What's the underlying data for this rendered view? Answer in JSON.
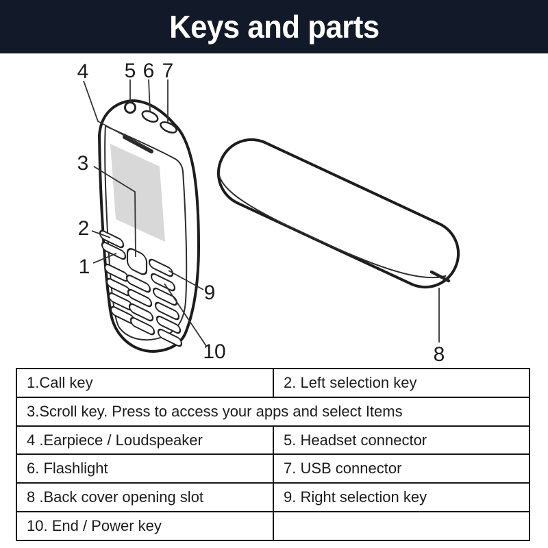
{
  "header": {
    "title": "Keys and parts"
  },
  "colors": {
    "header_bg": "#121a29",
    "header_text": "#ffffff",
    "line_art": "#222222",
    "screen_fill": "#d8d8d8",
    "table_border": "#161616"
  },
  "diagram": {
    "callouts": [
      {
        "label": "1"
      },
      {
        "label": "2"
      },
      {
        "label": "3"
      },
      {
        "label": "4"
      },
      {
        "label": "5"
      },
      {
        "label": "6"
      },
      {
        "label": "7"
      },
      {
        "label": "8"
      },
      {
        "label": "9"
      },
      {
        "label": "10"
      }
    ],
    "icons": [
      "phone-front-view",
      "phone-back-view"
    ]
  },
  "table": {
    "rows": [
      {
        "left": "1.Call key",
        "right": "2. Left selection key"
      },
      {
        "full": "3.Scroll key. Press to access your apps and select Items"
      },
      {
        "left": "4 .Earpiece / Loudspeaker",
        "right": "5. Headset connector"
      },
      {
        "left": "6. Flashlight",
        "right": "7. USB connector"
      },
      {
        "left": "8 .Back cover opening slot",
        "right": "9. Right selection key"
      },
      {
        "left": "10. End / Power key",
        "right": ""
      }
    ]
  }
}
